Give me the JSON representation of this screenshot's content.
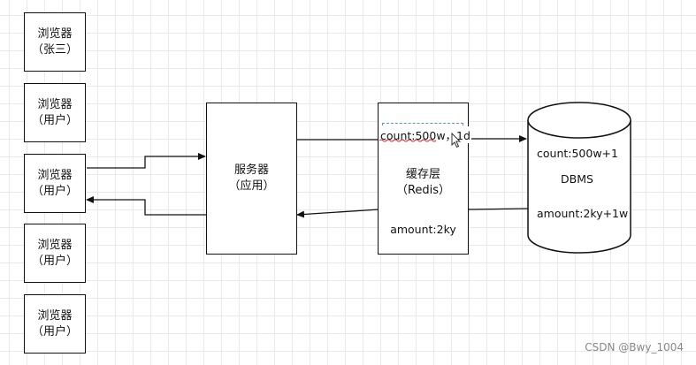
{
  "browsers": [
    {
      "line1": "浏览器",
      "line2": "（张三）"
    },
    {
      "line1": "浏览器",
      "line2": "（用户）"
    },
    {
      "line1": "浏览器",
      "line2": "（用户）"
    },
    {
      "line1": "浏览器",
      "line2": "（用户）"
    },
    {
      "line1": "浏览器",
      "line2": "（用户）"
    }
  ],
  "server": {
    "line1": "服务器",
    "line2": "（应用）"
  },
  "cache": {
    "line1": "缓存层",
    "line2": "（Redis）",
    "amount": "amount:2ky",
    "edit_text": "count:500w，1d"
  },
  "db": {
    "count": "count:500w+1",
    "name": "DBMS",
    "amount": "amount:2ky+1w"
  },
  "watermark": "CSDN @Bwy_1004",
  "colors": {
    "line": "#111111",
    "selection": "#4aa0c9",
    "spellcheck": "#e02020",
    "grid": "#e9e9e9"
  }
}
